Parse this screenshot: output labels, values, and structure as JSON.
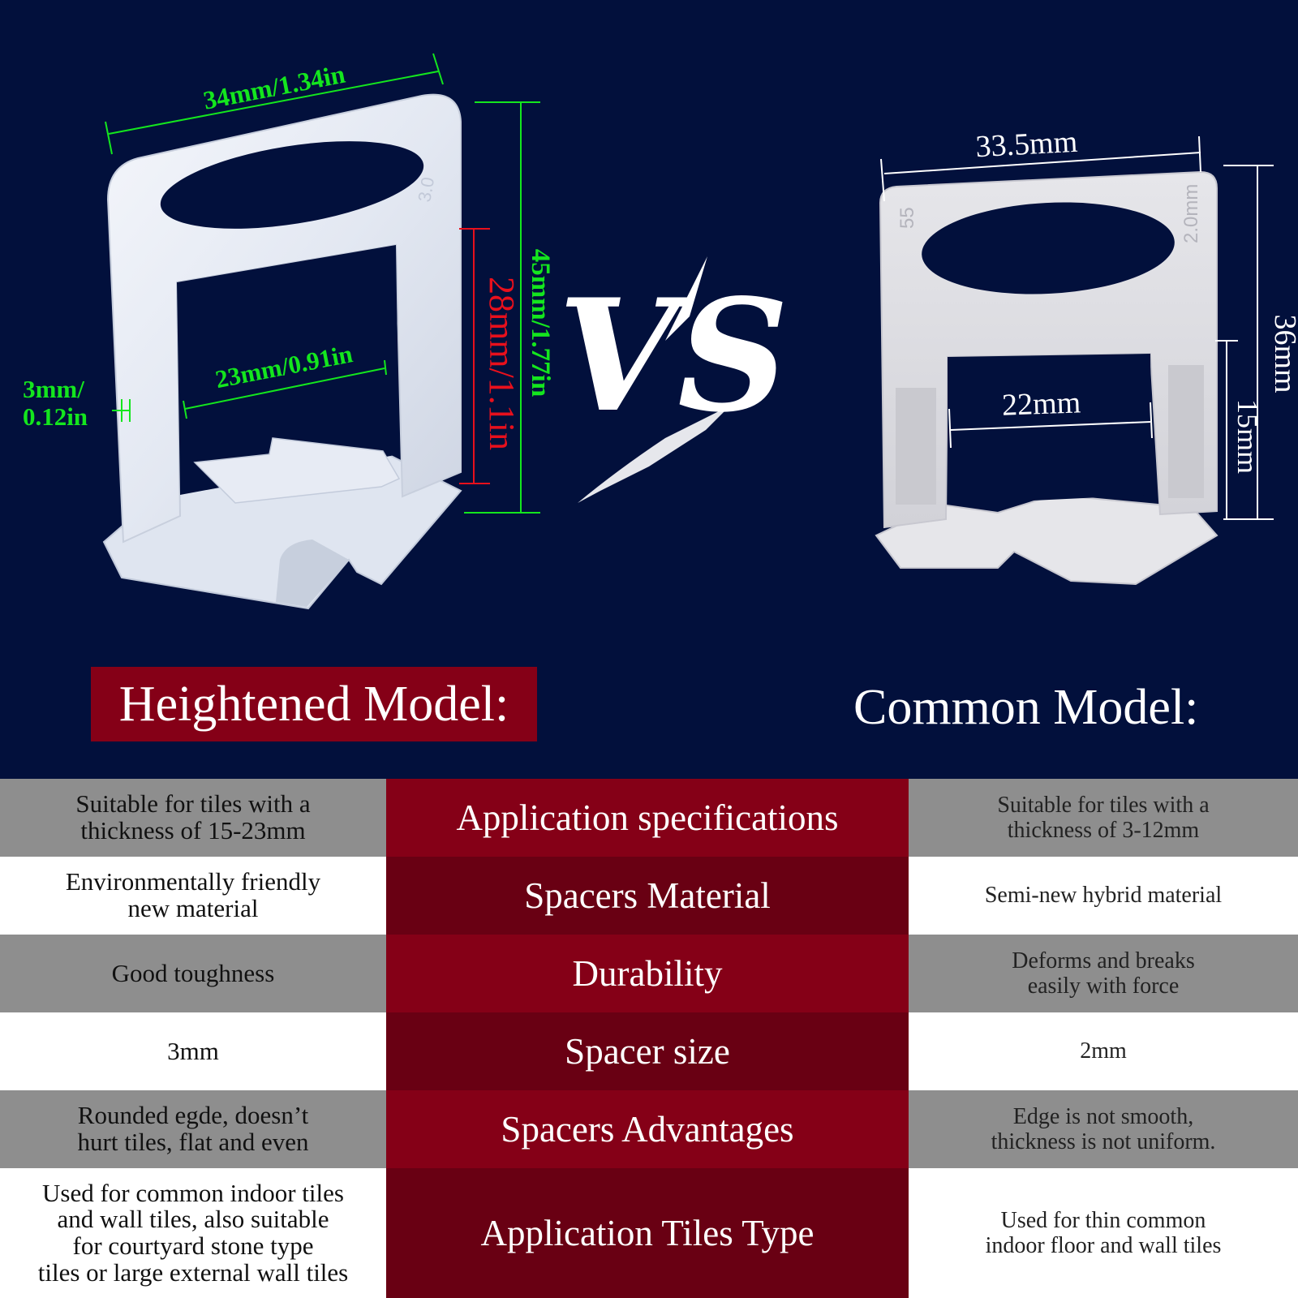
{
  "left_spacer": {
    "dim_width": "34mm/1.34in",
    "dim_height": "45mm/1.77in",
    "dim_inner_height": "28mm/1.1in",
    "dim_inner_width": "23mm/0.91in",
    "dim_thickness_line1": "3mm/",
    "dim_thickness_line2": "0.12in",
    "embossed": "3.0"
  },
  "vs_text": "VS",
  "right_spacer": {
    "dim_width": "33.5mm",
    "dim_height": "36mm",
    "dim_inner_height": "15mm",
    "dim_inner_width": "22mm",
    "embossed_left": "55",
    "embossed_right": "2.0mm"
  },
  "titles": {
    "left": "Heightened Model:",
    "right": "Common Model:"
  },
  "comparison": {
    "rows": [
      {
        "label": "Application specifications",
        "left": [
          "Suitable for tiles with a",
          "thickness of 15-23mm"
        ],
        "right": [
          "Suitable for tiles with a",
          "thickness of 3-12mm"
        ]
      },
      {
        "label": "Spacers Material",
        "left": [
          "Environmentally friendly",
          "new material"
        ],
        "right": [
          "Semi-new hybrid material"
        ]
      },
      {
        "label": "Durability",
        "left": [
          "Good toughness"
        ],
        "right": [
          "Deforms and breaks",
          "easily with force"
        ]
      },
      {
        "label": "Spacer size",
        "left": [
          "3mm"
        ],
        "right": [
          "2mm"
        ]
      },
      {
        "label": "Spacers Advantages",
        "left": [
          "Rounded egde, doesn’t",
          "hurt tiles, flat and even"
        ],
        "right": [
          "Edge is not smooth,",
          "thickness is not uniform."
        ]
      },
      {
        "label": "Application Tiles Type",
        "left": [
          "Used for common indoor tiles",
          "and wall tiles, also suitable",
          "for courtyard stone type",
          "tiles or large external wall tiles"
        ],
        "right": [
          "Used for thin common",
          "indoor floor and wall tiles"
        ]
      }
    ]
  },
  "colors": {
    "background": "#02103c",
    "title_red": "#850017",
    "row_dark_red": "#690013",
    "dimension_green": "#14e61e",
    "dimension_red": "#e8101c"
  }
}
